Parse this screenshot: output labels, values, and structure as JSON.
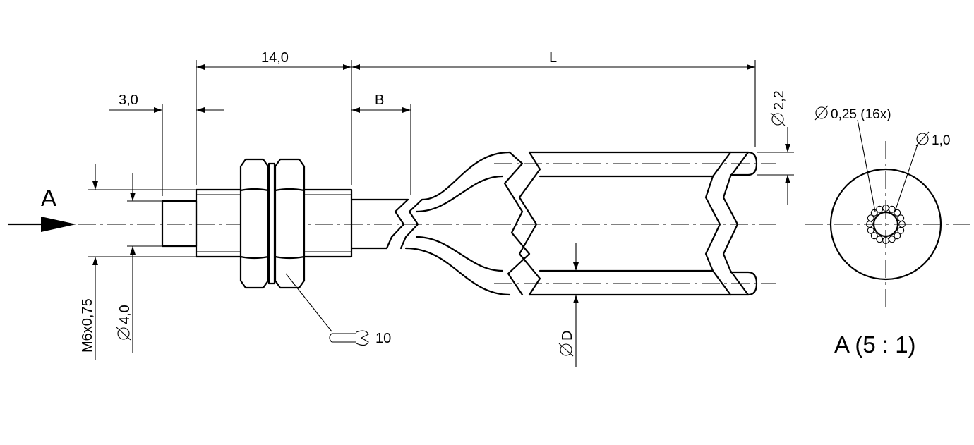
{
  "labels": {
    "dim_14": "14,0",
    "dim_L": "L",
    "dim_3": "3,0",
    "dim_B": "B",
    "dia_2_2": "2,2",
    "fiber_dia": "0,25 (16x)",
    "core_dia": "1,0",
    "view_arrow": "A",
    "thread": "M6x0,75",
    "dia_4": "4,0",
    "wrench_size": "10",
    "dia_D": "D",
    "view_title": "A  (5 : 1)"
  },
  "icons": {
    "diameter": "diameter-symbol-icon",
    "wrench": "wrench-icon",
    "arrow": "view-arrow-icon"
  },
  "colors": {
    "line": "#000000",
    "background": "#ffffff"
  }
}
